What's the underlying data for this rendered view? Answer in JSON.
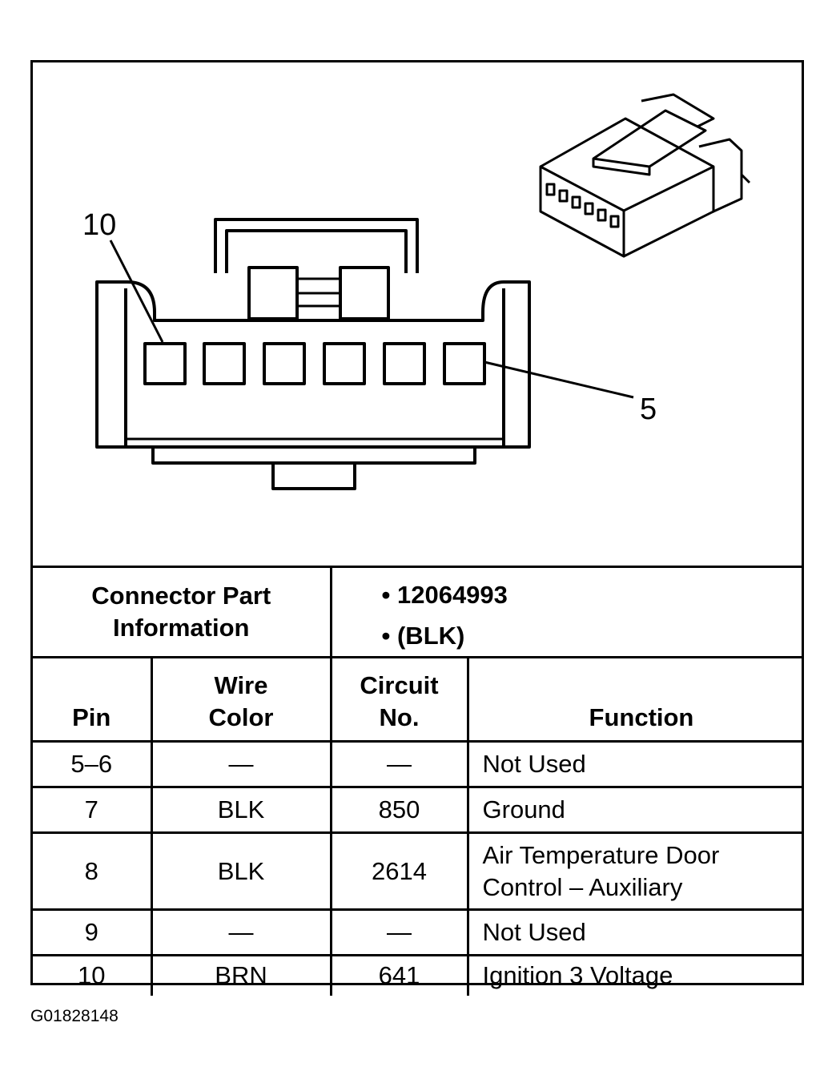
{
  "diagram": {
    "callout_left": "10",
    "callout_right": "5"
  },
  "table": {
    "part_label_line1": "Connector Part",
    "part_label_line2": "Information",
    "part_info": [
      "• 12064993",
      "• (BLK)"
    ],
    "headers": {
      "pin": "Pin",
      "wire_color_line1": "Wire",
      "wire_color_line2": "Color",
      "circuit_line1": "Circuit",
      "circuit_line2": "No.",
      "function": "Function"
    },
    "rows": [
      {
        "pin": "5–6",
        "wire": "—",
        "circuit": "—",
        "function_line1": "Not Used",
        "function_line2": ""
      },
      {
        "pin": "7",
        "wire": "BLK",
        "circuit": "850",
        "function_line1": "Ground",
        "function_line2": ""
      },
      {
        "pin": "8",
        "wire": "BLK",
        "circuit": "2614",
        "function_line1": "Air Temperature Door",
        "function_line2": "Control – Auxiliary"
      },
      {
        "pin": "9",
        "wire": "—",
        "circuit": "—",
        "function_line1": "Not Used",
        "function_line2": ""
      },
      {
        "pin": "10",
        "wire": "BRN",
        "circuit": "641",
        "function_line1": "Ignition 3 Voltage",
        "function_line2": ""
      }
    ]
  },
  "caption": "G01828148"
}
